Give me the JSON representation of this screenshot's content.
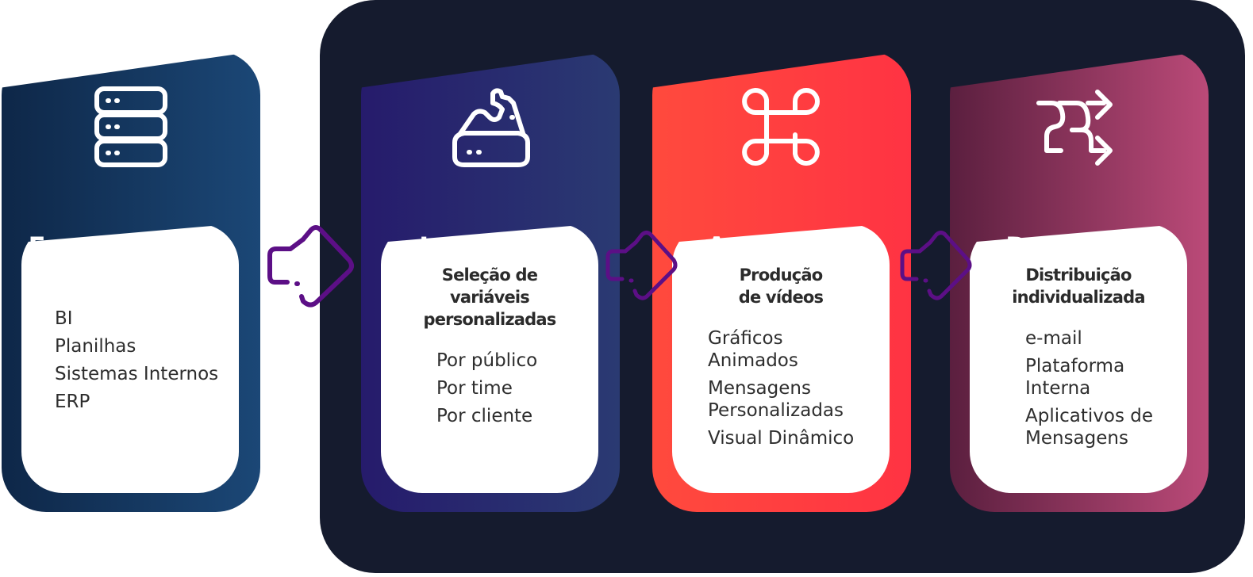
{
  "colors": {
    "dark_panel": "#151b2e",
    "arrow": "#5c0f86",
    "inner_text": "#2e2e2e",
    "card_fonte": [
      "#0e2748",
      "#1b4776"
    ],
    "card_integracao": [
      "#261b6c",
      "#2a3a72"
    ],
    "card_automacao": [
      "#ff4a3d",
      "#ff3343"
    ],
    "card_destinacao": [
      "#5b1f3f",
      "#bb4a78"
    ]
  },
  "cards": [
    {
      "icon": "server-icon",
      "title": "Fonte de dados",
      "heading": [],
      "items": [
        "BI",
        "Planilhas",
        "Sistemas Internos",
        "ERP"
      ]
    },
    {
      "icon": "database-spill-icon",
      "title": "Integração",
      "heading": [
        "Seleção de",
        "variáveis",
        "personalizadas"
      ],
      "items": [
        "Por público",
        "Por time",
        "Por cliente"
      ]
    },
    {
      "icon": "command-key-icon",
      "title": "Automação",
      "heading": [
        "Produção",
        "de vídeos"
      ],
      "items": [
        "Gráficos",
        "Animados",
        "Mensagens",
        "Personalizadas",
        "Visual Dinâmico"
      ]
    },
    {
      "icon": "shuffle-arrows-icon",
      "title": "Destinação",
      "heading": [
        "Distribuição",
        "individualizada"
      ],
      "items": [
        "e-mail",
        "Plataforma",
        "Interna",
        "Aplicativos de",
        "Mensagens"
      ]
    }
  ]
}
